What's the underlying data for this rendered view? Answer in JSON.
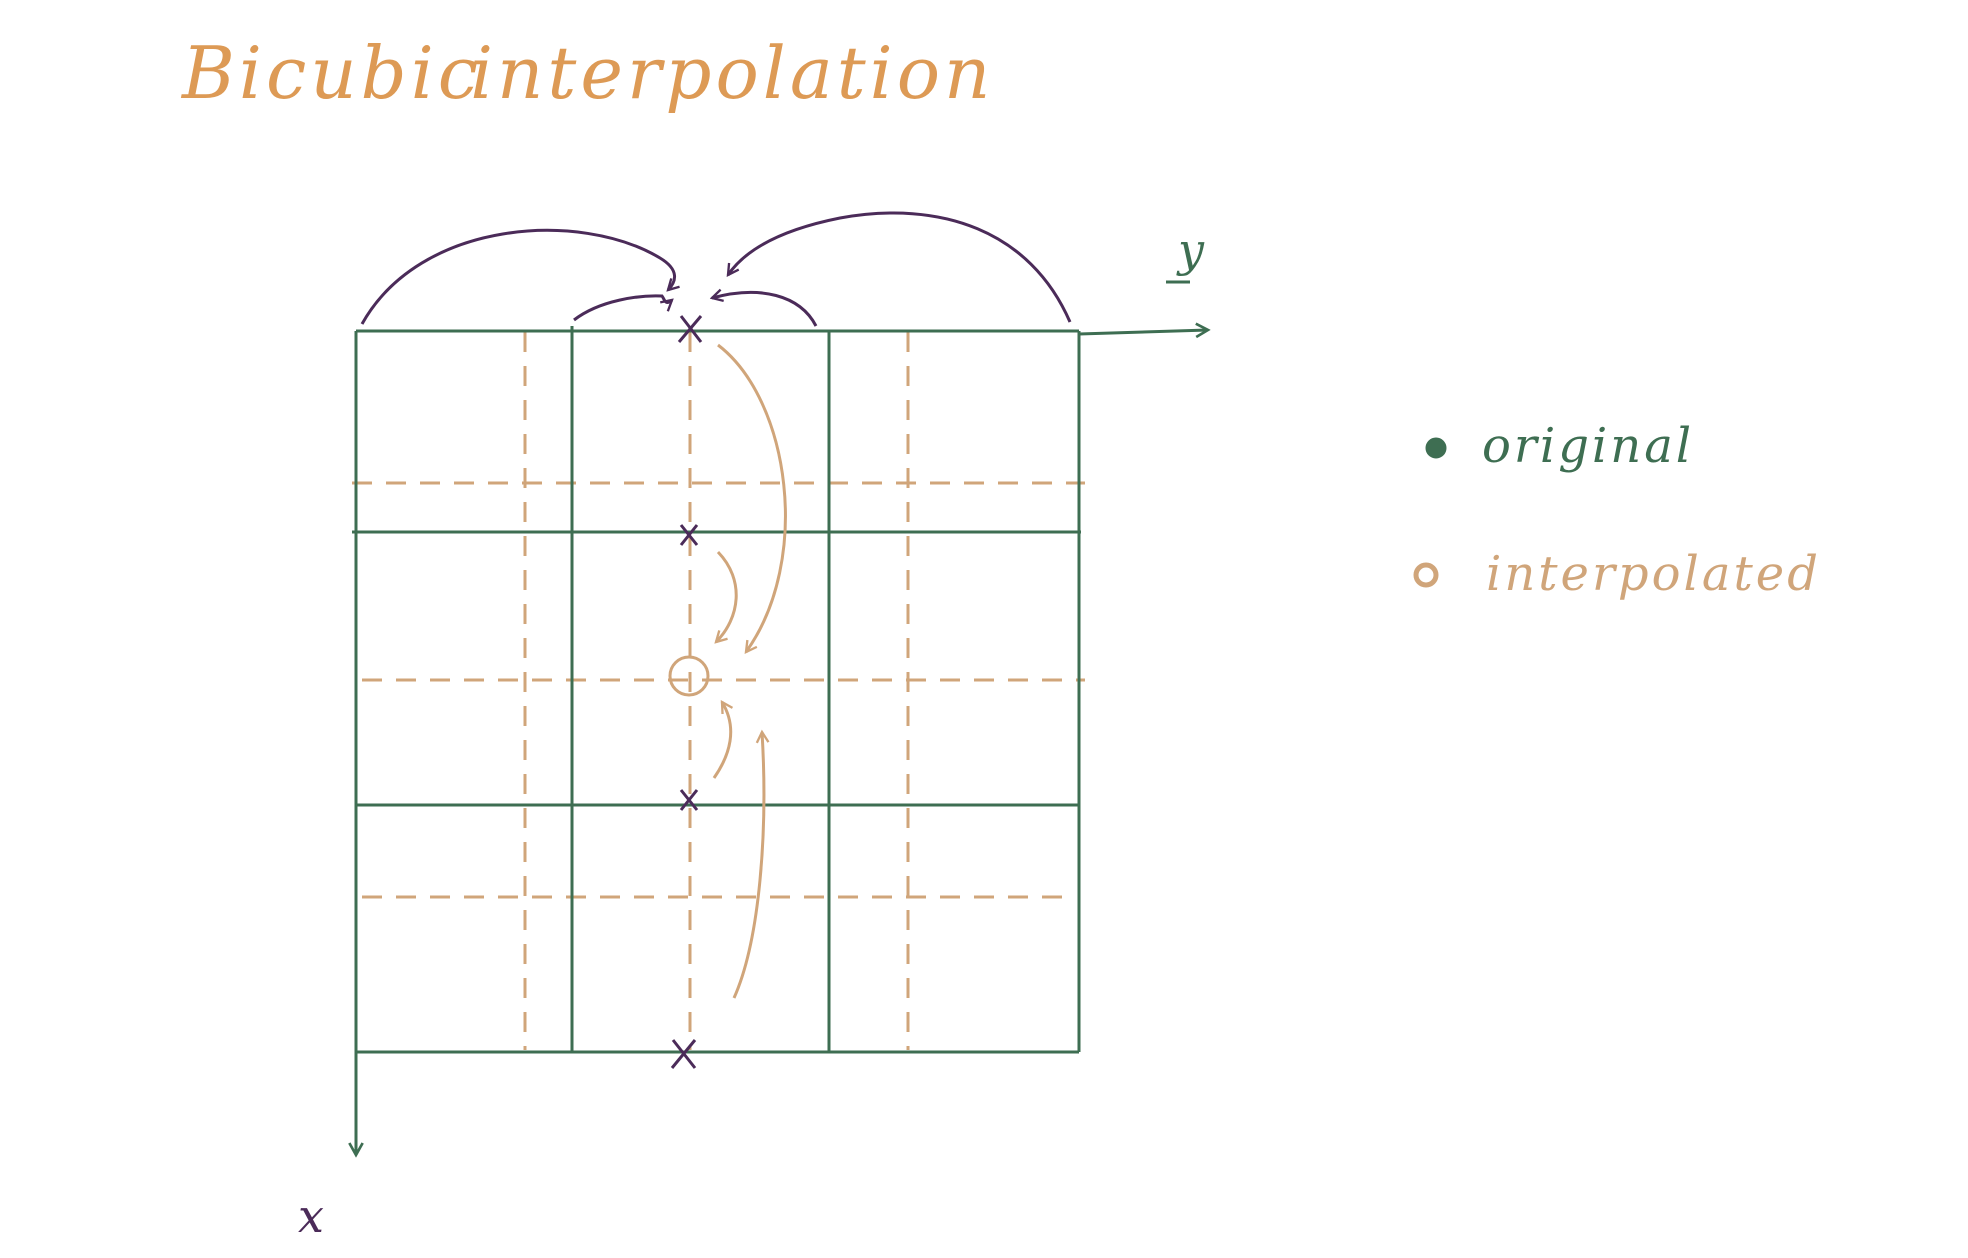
{
  "title": {
    "word1": "Bicubic",
    "word2": "interpolation"
  },
  "axes": {
    "x_label": "x",
    "y_label": "y"
  },
  "legend": {
    "original": "original",
    "interpolated": "interpolated"
  },
  "colors": {
    "original": "#3e6e52",
    "interpolated": "#d0a57a",
    "title": "#dd9a55",
    "intermediate": "#4b2b59"
  }
}
